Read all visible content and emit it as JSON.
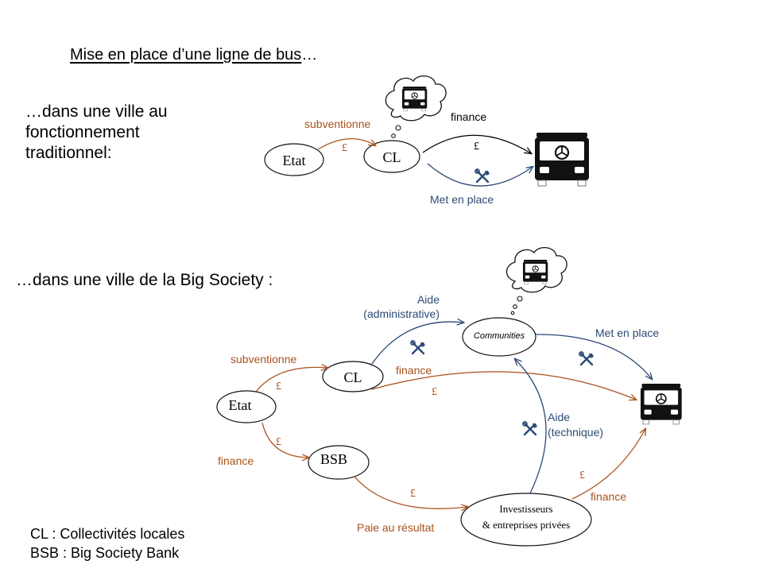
{
  "title_main": "Mise en place d’une ligne de bus",
  "title_ellipsis": "…",
  "intro_traditional": [
    "…dans une ville au",
    "fonctionnement",
    "traditionnel:"
  ],
  "intro_big_society": "…dans une ville de la Big Society :",
  "legend": [
    "CL : Collectivités locales",
    "BSB : Big Society Bank"
  ],
  "currency_symbol": "£",
  "top_diagram": {
    "nodes": {
      "etat": "Etat",
      "cl": "CL"
    },
    "labels": {
      "subventionne": "subventionne",
      "finance": "finance",
      "met_en_place": "Met en place"
    }
  },
  "bottom_diagram": {
    "nodes": {
      "etat": "Etat",
      "cl": "CL",
      "bsb": "BSB",
      "communities": "Communities",
      "investisseurs_line1": "Investisseurs",
      "investisseurs_line2": "& entreprises  privées"
    },
    "labels": {
      "subventionne": "subventionne",
      "finance_left": "finance",
      "finance_cl": "finance",
      "aide_admin_line1": "Aide",
      "aide_admin_line2": "(administrative)",
      "met_en_place": "Met en place",
      "aide_tech_line1": "Aide",
      "aide_tech_line2": "(technique)",
      "finance_invest": "finance",
      "paie_au_resultat": "Paie au résultat"
    }
  },
  "colors": {
    "brown": "#a9521b",
    "blue": "#2c4a73",
    "black": "#000000"
  },
  "icons": [
    "bus-icon",
    "thought-bubble-icon",
    "tools-icon",
    "pound-icon"
  ]
}
